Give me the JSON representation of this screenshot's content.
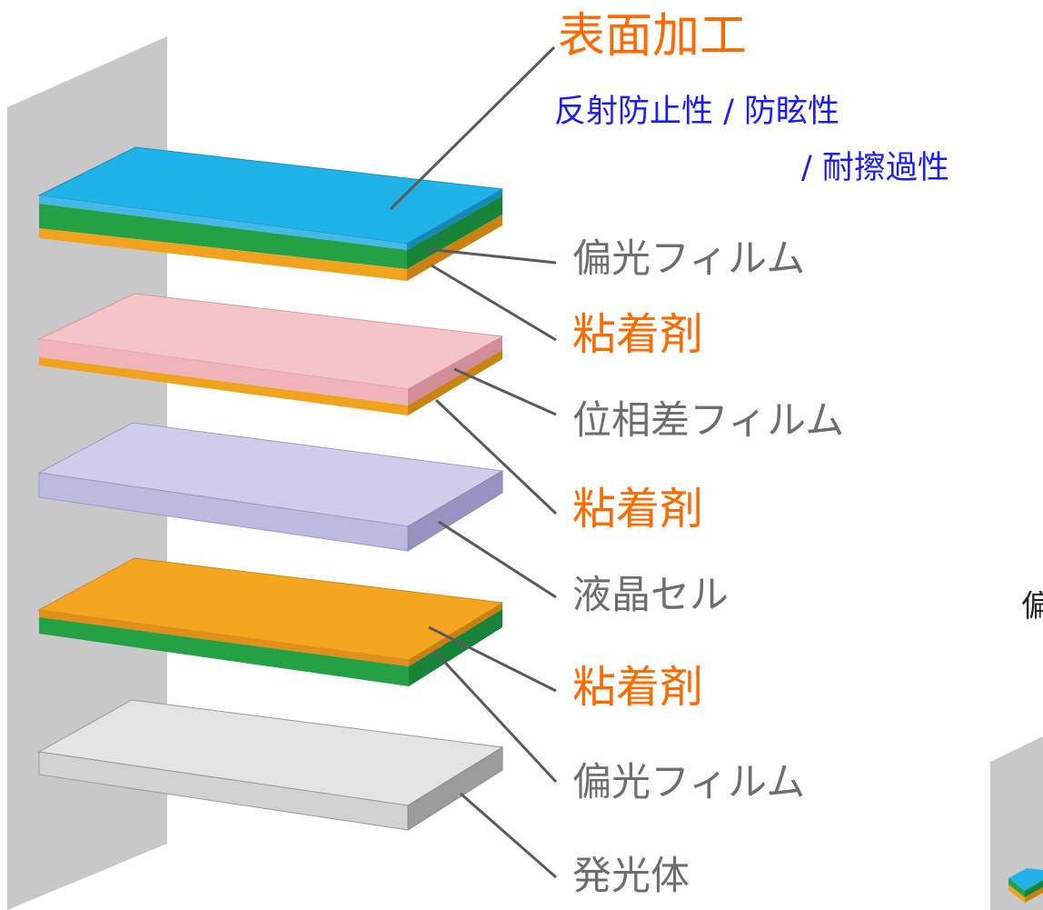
{
  "labels": {
    "surface_title": "表面加工",
    "surface_sub1": "反射防止性 / 防眩性",
    "surface_sub2": "/ 耐擦過性",
    "polarizer_top": "偏光フィルム",
    "adhesive_1": "粘着剤",
    "retardation_film": "位相差フィルム",
    "adhesive_2": "粘着剤",
    "lc_cell": "液晶セル",
    "adhesive_3": "粘着剤",
    "polarizer_bottom": "偏光フィルム",
    "light_source": "発光体",
    "cut_off_char": "偏"
  },
  "colors": {
    "hard_coat": "#1fb3ea",
    "polarizer": "#22a846",
    "adhesive": "#f2a31d",
    "retardation": "#f4c3c7",
    "lc_cell": "#cbc9e8",
    "emitter": "#e2e2e2",
    "panel": "#c8c8c8",
    "title_orange": "#ff6a00",
    "subtitle_blue": "#1a1aff",
    "label_gray": "#6e6e6e",
    "leader_line": "#5a5a5a"
  }
}
